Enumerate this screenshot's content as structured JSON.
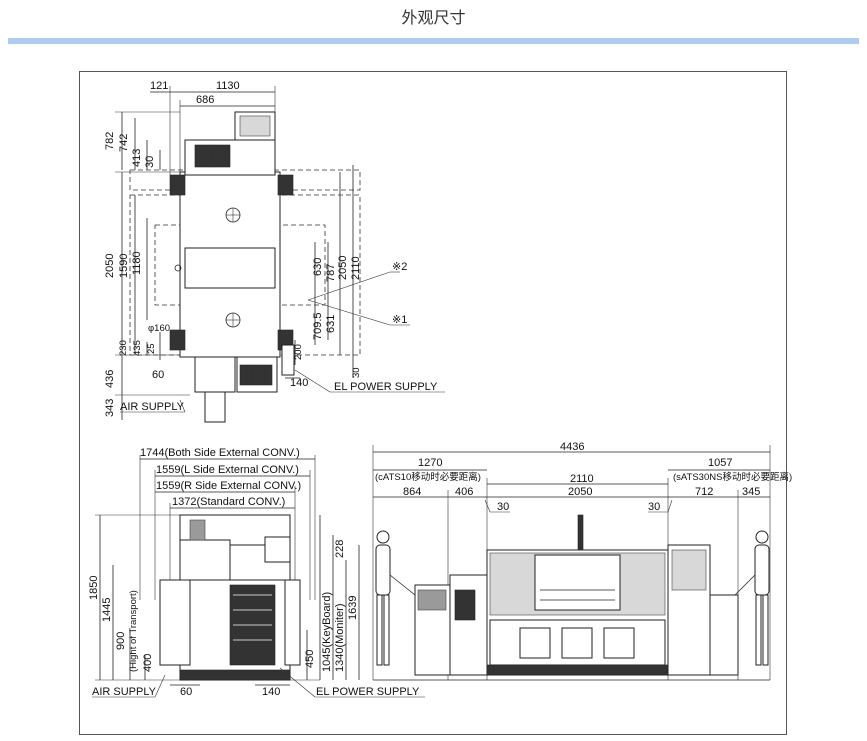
{
  "header": {
    "title": "外观尺寸",
    "rule_color": "#aecbf0"
  },
  "top_view": {
    "width_dims": [
      "121",
      "1130",
      "686"
    ],
    "left_dims": [
      "782",
      "742",
      "413",
      "30",
      "2050",
      "1590",
      "1180",
      "230",
      "435",
      "25",
      "436",
      "343"
    ],
    "inner_dims": [
      "φ160",
      "60"
    ],
    "right_dims": [
      "630",
      "787",
      "2050",
      "2110",
      "709.5",
      "631",
      "200",
      "30",
      "140"
    ],
    "notes": [
      "※2",
      "※1"
    ],
    "air_supply": "AIR SUPPLY",
    "el_power": "EL POWER SUPPLY"
  },
  "side_view": {
    "conv_dims": [
      "1744(Both Side External CONV.)",
      "1559(L Side External CONV.)",
      "1559(R Side External CONV.)",
      "1372(Standard CONV.)"
    ],
    "left_dims": [
      "1850",
      "1445",
      "900",
      "(Hight of Transport)",
      "400"
    ],
    "right_dims": [
      "228",
      "1639",
      "1340(Moniter)",
      "1045(KeyBoard)",
      "450"
    ],
    "bottom_dims": [
      "60",
      "140"
    ],
    "air_supply": "AIR SUPPLY",
    "el_power": "EL POWER SUPPLY"
  },
  "front_view": {
    "total": "4436",
    "left_group": "1270",
    "left_note": "(cATS10移动时必要距离)",
    "right_group": "1057",
    "right_note": "(sATS30NS移动时必要距离)",
    "middle": "2110",
    "row_dims": [
      "864",
      "406",
      "2050",
      "712",
      "345"
    ],
    "small_dims": [
      "30",
      "30"
    ]
  }
}
